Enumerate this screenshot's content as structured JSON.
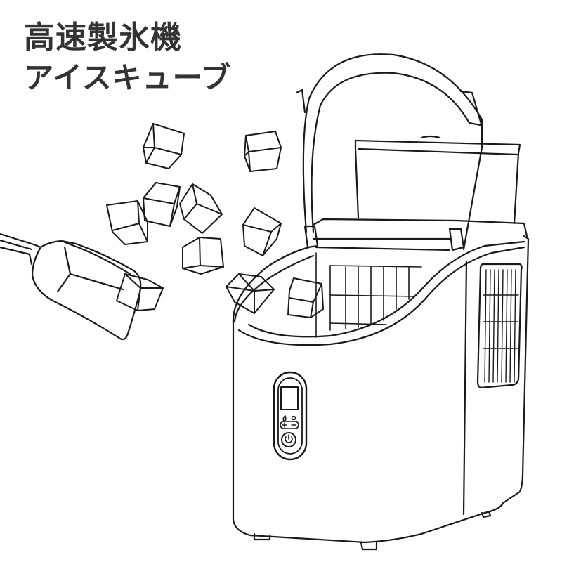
{
  "heading": {
    "line1": "高速製氷機",
    "line2": "アイスキューブ"
  },
  "illustration": {
    "subject": "ice-maker",
    "style": "line-art",
    "stroke_color": "#1a1a1a",
    "background": "#ffffff",
    "control_panel": {
      "icons": [
        "water-drop-icon",
        "ice-size-icon",
        "plus-icon",
        "minus-icon",
        "power-icon"
      ]
    },
    "loose_ice_cubes": 10,
    "scoop": "ice-scoop-with-cube"
  }
}
